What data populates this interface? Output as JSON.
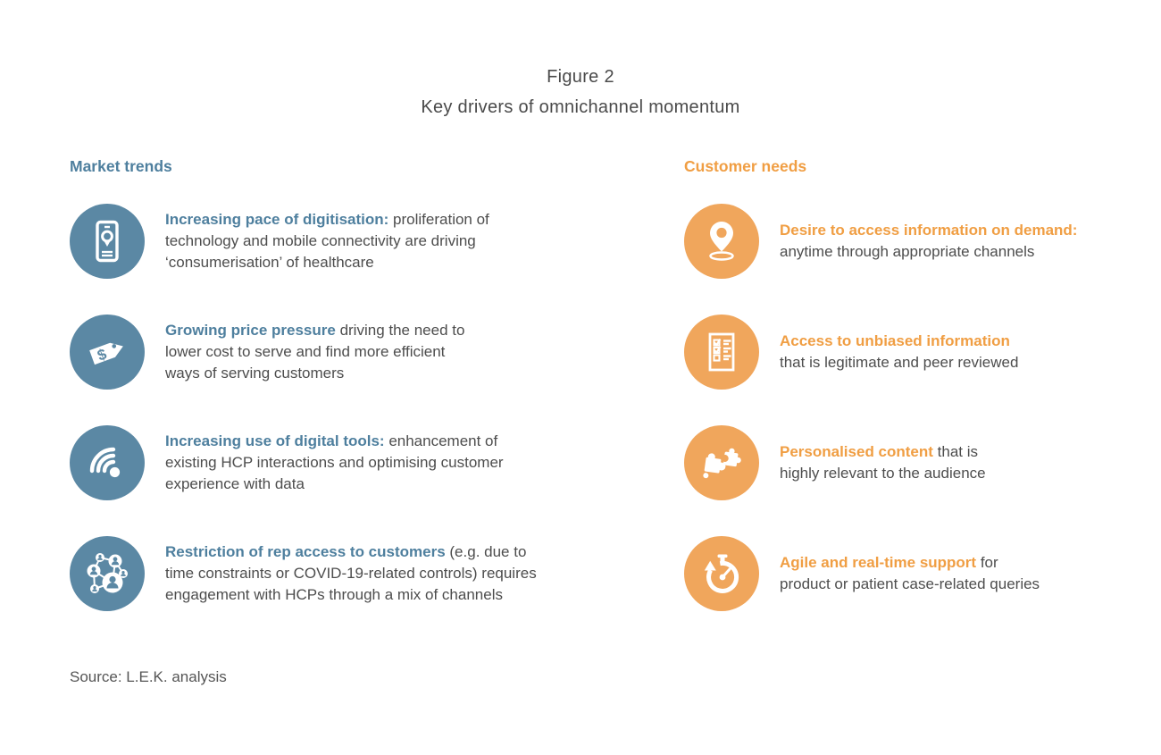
{
  "figure": {
    "label": "Figure 2",
    "title": "Key drivers of omnichannel momentum"
  },
  "colors": {
    "market_trends_accent": "#4e7f9e",
    "market_trends_badge": "#5b88a4",
    "customer_needs_accent": "#f09e43",
    "customer_needs_badge": "#f0a65c",
    "body_text": "#4d4d4d",
    "title_text": "#4a4a4a"
  },
  "columns": [
    {
      "header": "Market trends",
      "items": [
        {
          "icon": "smartphone-pin-icon",
          "lead": "Increasing pace of digitisation:",
          "rest": " proliferation of\ntechnology and mobile connectivity are driving\n‘consumerisation’ of healthcare"
        },
        {
          "icon": "price-tag-icon",
          "lead": "Growing price pressure",
          "rest": " driving the need to\nlower cost to serve and find more efficient\nways of serving customers"
        },
        {
          "icon": "wifi-icon",
          "lead": "Increasing use of digital tools:",
          "rest": " enhancement of\nexisting HCP interactions and optimising customer\nexperience with data"
        },
        {
          "icon": "people-network-icon",
          "lead": "Restriction of rep access to customers",
          "rest": " (e.g. due to\ntime constraints or COVID-19-related controls) requires\nengagement with HCPs through a mix of channels"
        }
      ]
    },
    {
      "header": "Customer needs",
      "items": [
        {
          "icon": "location-pin-icon",
          "lead": "Desire to access information on demand:",
          "rest": "\nanytime through appropriate channels"
        },
        {
          "icon": "checklist-icon",
          "lead": "Access to unbiased information",
          "rest": "\nthat is legitimate and peer reviewed"
        },
        {
          "icon": "puzzle-icon",
          "lead": "Personalised content",
          "rest": " that is\nhighly relevant to the audience"
        },
        {
          "icon": "stopwatch-icon",
          "lead": "Agile and real-time support",
          "rest": " for\nproduct or patient case-related queries"
        }
      ]
    }
  ],
  "source": "Source: L.E.K. analysis"
}
